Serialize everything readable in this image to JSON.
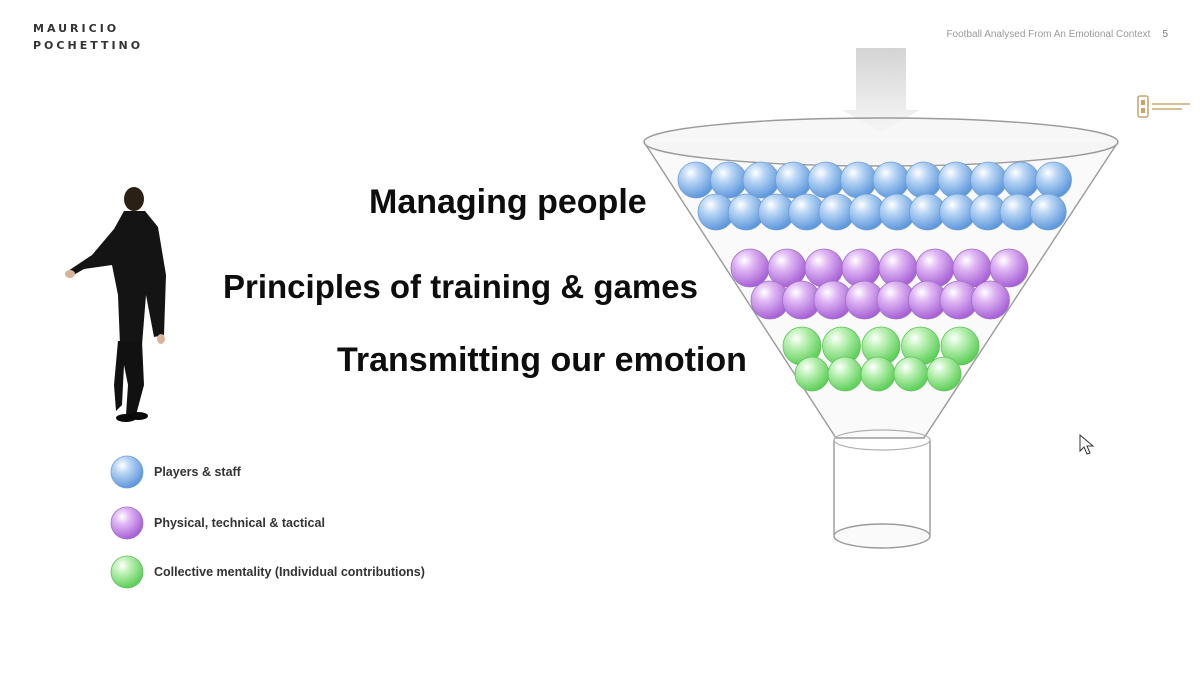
{
  "header": {
    "brand_line1": "MAURICIO",
    "brand_line2": "POCHETTINO",
    "subtitle": "Football Analysed From An Emotional Context",
    "page_number": "5"
  },
  "sponsor_logo": {
    "icon": "coach-congress-logo-icon"
  },
  "headings": [
    "Managing people",
    "Principles of training & games",
    "Transmitting our emotion"
  ],
  "legend": [
    {
      "label": "Players & staff",
      "color": "#7fb2ea"
    },
    {
      "label": "Physical, technical & tactical",
      "color": "#c58be6"
    },
    {
      "label": "Collective mentality (Individual contributions)",
      "color": "#8fe38a"
    }
  ],
  "colors": {
    "blue": "#7fb2ea",
    "purple": "#c58be6",
    "green": "#8fe38a",
    "funnel_outline": "#9a9a9a"
  },
  "icons": {
    "person": "coach-figure-icon",
    "funnel": "funnel-icon",
    "cursor": "mouse-pointer-icon"
  }
}
